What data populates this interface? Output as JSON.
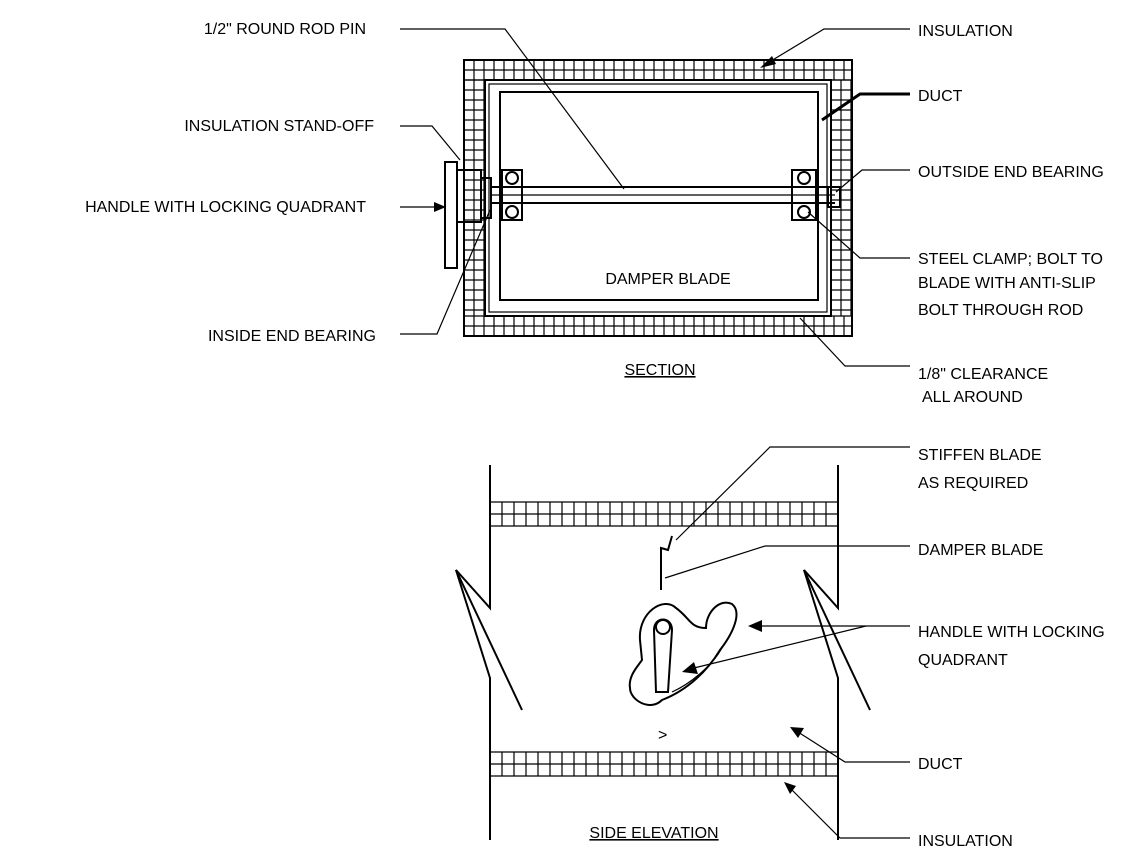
{
  "section": {
    "title": "SECTION",
    "damper_blade": "DAMPER BLADE",
    "labels": {
      "rod_pin": "1/2\" ROUND ROD PIN",
      "stand_off": "INSULATION STAND-OFF",
      "handle": "HANDLE WITH LOCKING QUADRANT",
      "inside_bearing": "INSIDE END BEARING",
      "insulation": "INSULATION",
      "duct": "DUCT",
      "outside_bearing": "OUTSIDE END BEARING",
      "clamp_1": "STEEL CLAMP; BOLT TO",
      "clamp_2": "BLADE WITH ANTI-SLIP",
      "clamp_3": "BOLT THROUGH ROD",
      "clearance_1": "1/8\" CLEARANCE",
      "clearance_2": "ALL AROUND"
    }
  },
  "elevation": {
    "title": "SIDE ELEVATION",
    "labels": {
      "stiffen_1": "STIFFEN BLADE",
      "stiffen_2": "AS REQUIRED",
      "damper_blade": "DAMPER BLADE",
      "handle_1": "HANDLE WITH LOCKING",
      "handle_2": "QUADRANT",
      "duct": "DUCT",
      "insulation": "INSULATION"
    }
  }
}
